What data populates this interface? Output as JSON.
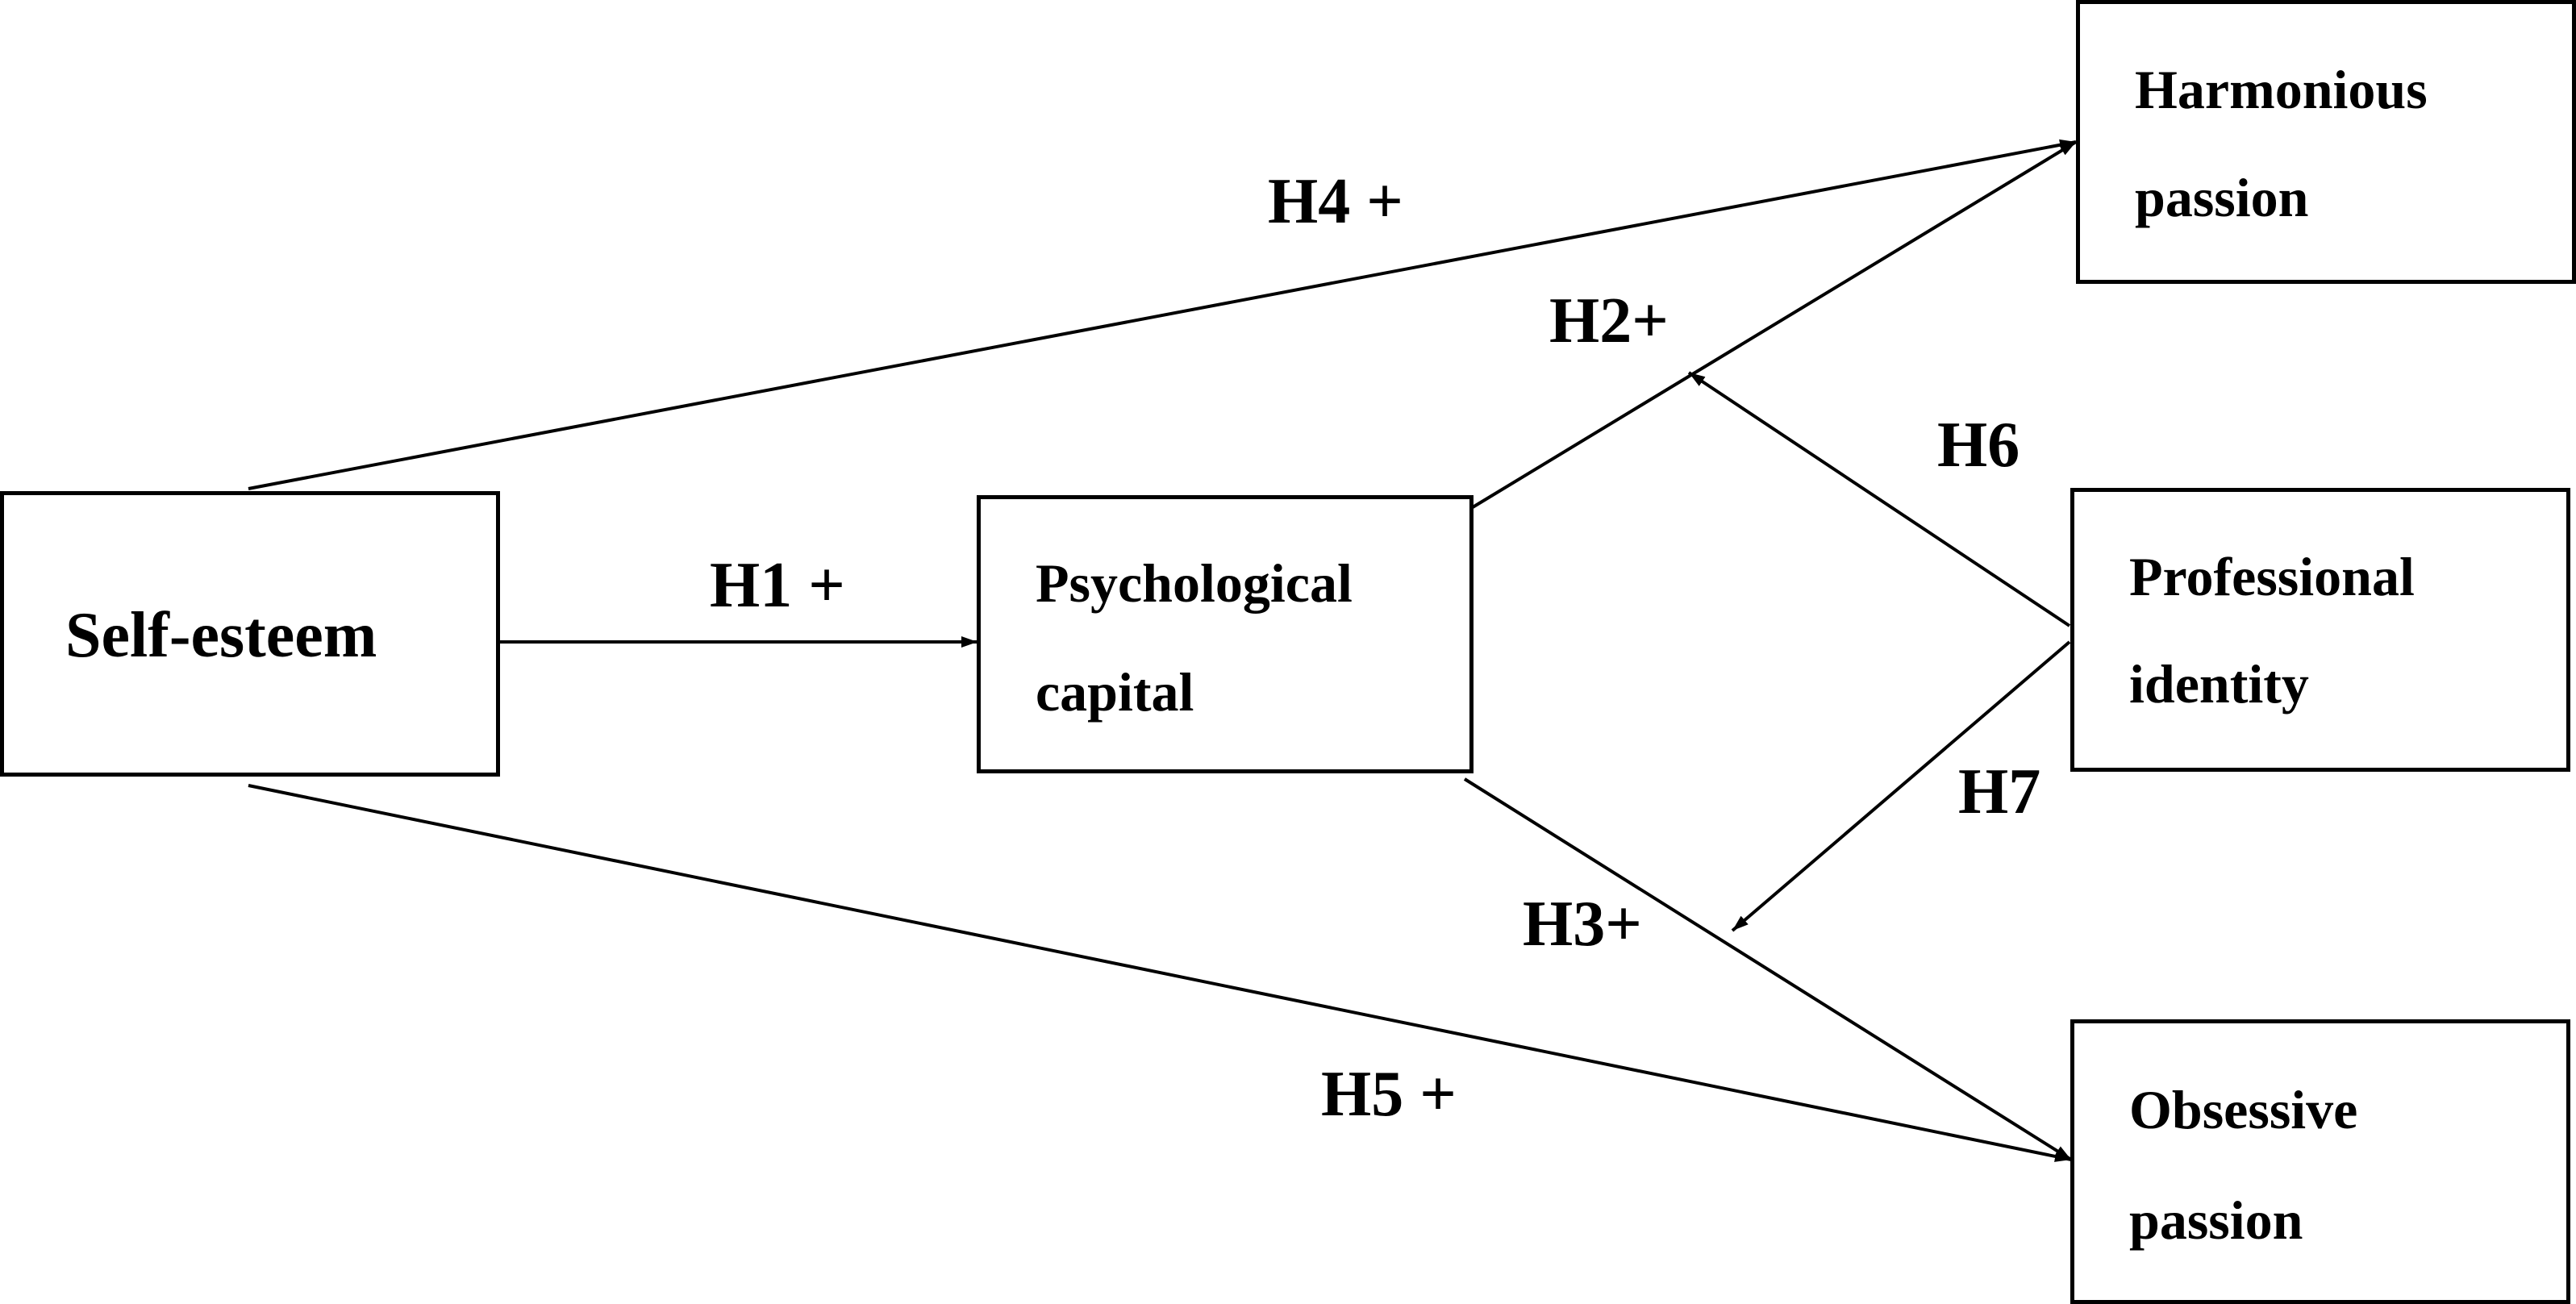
{
  "nodes": {
    "self_esteem": {
      "label": "Self-esteem"
    },
    "psychological_capital": {
      "line1": "Psychological",
      "line2": "capital"
    },
    "harmonious_passion": {
      "line1": "Harmonious",
      "line2": "passion"
    },
    "professional_identity": {
      "line1": "Professional",
      "line2": "identity"
    },
    "obsessive_passion": {
      "line1": "Obsessive",
      "line2": "passion"
    }
  },
  "edges": {
    "h1": "H1 +",
    "h2": "H2+",
    "h3": "H3+",
    "h4": "H4 +",
    "h5": "H5 +",
    "h6": "H6",
    "h7": "H7"
  }
}
